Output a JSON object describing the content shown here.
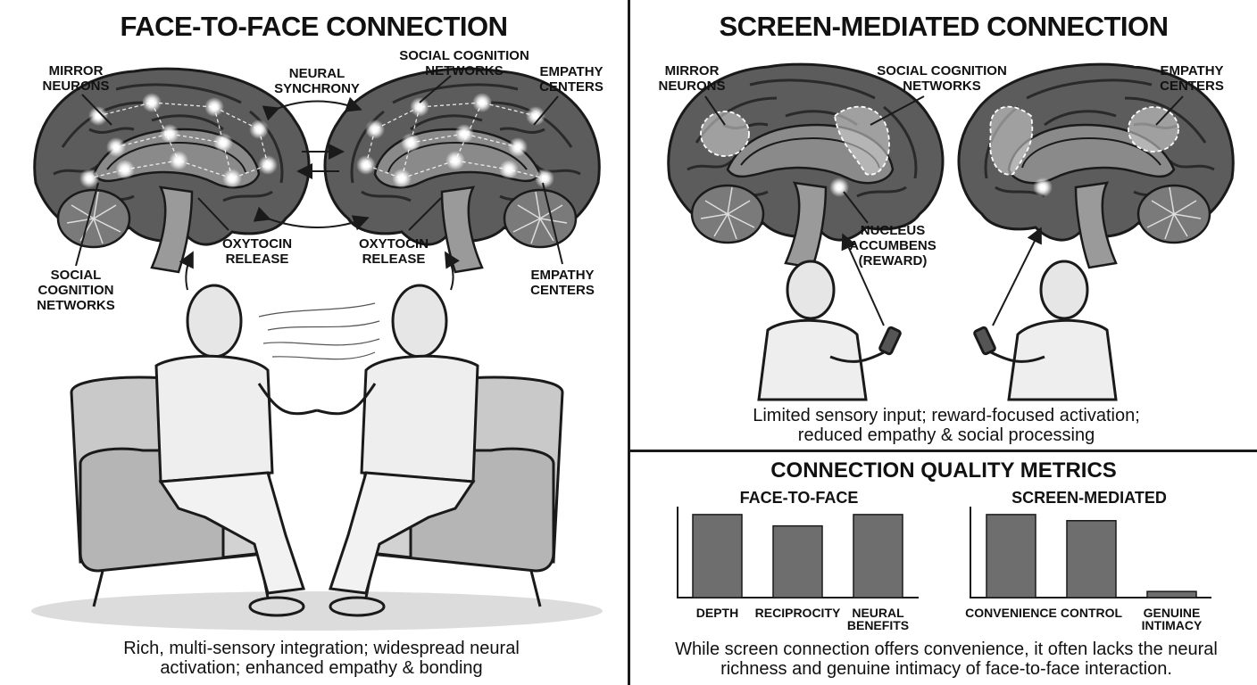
{
  "left_panel": {
    "title": "FACE-TO-FACE CONNECTION",
    "labels": {
      "mirror_neurons": "MIRROR\nNEURONS",
      "neural_synchrony": "NEURAL\nSYNCHRONY",
      "social_cognition_top": "SOCIAL COGNITION\nNETWORKS",
      "empathy_centers_top": "EMPATHY\nCENTERS",
      "oxytocin_left": "OXYTOCIN\nRELEASE",
      "oxytocin_right": "OXYTOCIN\nRELEASE",
      "social_cognition_bottom": "SOCIAL\nCOGNITION\nNETWORKS",
      "empathy_centers_bottom": "EMPATHY\nCENTERS"
    },
    "caption": "Rich, multi-sensory integration; widespread neural\nactivation; enhanced empathy & bonding"
  },
  "right_top_panel": {
    "title": "SCREEN-MEDIATED CONNECTION",
    "labels": {
      "mirror_neurons": "MIRROR\nNEURONS",
      "social_cognition": "SOCIAL COGNITION\nNETWORKS",
      "empathy_centers": "EMPATHY\nCENTERS",
      "nucleus_accumbens": "NUCLEUS\nACCUMBENS\n(REWARD)"
    },
    "caption": "Limited sensory input; reward-focused activation;\nreduced empathy & social processing"
  },
  "metrics_panel": {
    "caption": "While screen connection offers convenience, it often lacks the neural\nrichness and genuine intimacy of face-to-face interaction."
  },
  "chart_data": {
    "type": "bar",
    "title": "CONNECTION QUALITY METRICS",
    "groups": [
      {
        "name": "FACE-TO-FACE",
        "categories": [
          "DEPTH",
          "RECIPROCITY",
          "NEURAL\nBENEFITS"
        ],
        "values": [
          95,
          82,
          95
        ]
      },
      {
        "name": "SCREEN-MEDIATED",
        "categories": [
          "CONVENIENCE",
          "CONTROL",
          "GENUINE\nINTIMACY"
        ],
        "values": [
          95,
          88,
          7
        ]
      }
    ],
    "ylim": [
      0,
      100
    ],
    "colors": {
      "bar": "#6e6e6e",
      "outline": "#1a1a1a"
    }
  }
}
